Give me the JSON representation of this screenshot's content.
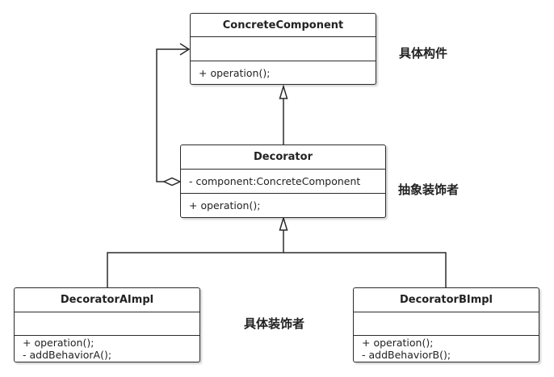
{
  "classes": {
    "concrete_component": {
      "name": "ConcreteComponent",
      "attributes": [],
      "operations": [
        "+ operation();"
      ]
    },
    "decorator": {
      "name": "Decorator",
      "attributes": [
        "- component:ConcreteComponent"
      ],
      "operations": [
        "+ operation();"
      ]
    },
    "decorator_a_impl": {
      "name": "DecoratorAImpl",
      "attributes": [],
      "operations": [
        "+ operation();",
        "- addBehaviorA();"
      ]
    },
    "decorator_b_impl": {
      "name": "DecoratorBImpl",
      "attributes": [],
      "operations": [
        "+ operation();",
        "- addBehaviorB();"
      ]
    }
  },
  "notes": {
    "concrete_component": "具体构件",
    "abstract_decorator": "抽象装饰者",
    "concrete_decorators": "具体装饰者"
  },
  "relationships": [
    {
      "type": "generalization",
      "from": "Decorator",
      "to": "ConcreteComponent"
    },
    {
      "type": "generalization",
      "from": "DecoratorAImpl",
      "to": "Decorator"
    },
    {
      "type": "generalization",
      "from": "DecoratorBImpl",
      "to": "Decorator"
    },
    {
      "type": "aggregation",
      "from": "Decorator",
      "to": "ConcreteComponent"
    }
  ]
}
